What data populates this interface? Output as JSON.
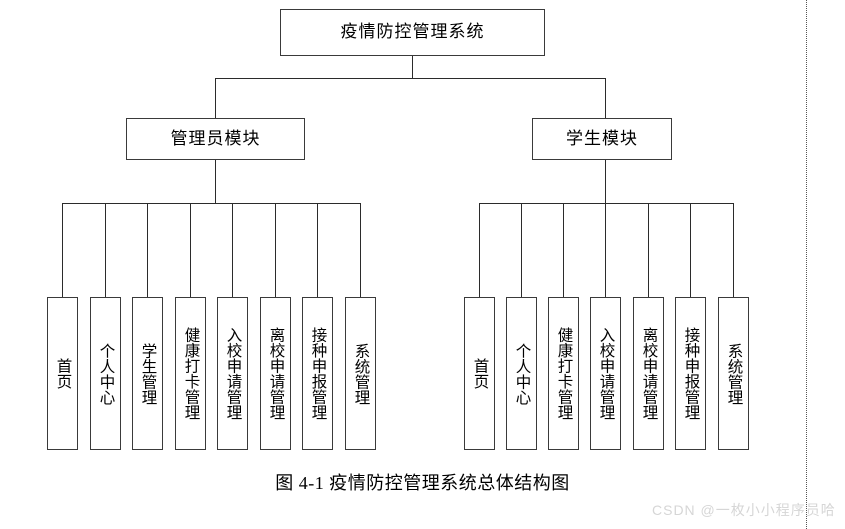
{
  "figure": {
    "caption": "图 4-1  疫情防控管理系统总体结构图",
    "watermark": "CSDN @一枚小小程序员哈"
  },
  "diagram": {
    "type": "tree",
    "root": {
      "label": "疫情防控管理系统"
    },
    "modules": [
      {
        "label": "管理员模块"
      },
      {
        "label": "学生模块"
      }
    ],
    "admin_leaves": [
      {
        "label": "首页"
      },
      {
        "label": "个人中心"
      },
      {
        "label": "学生管理"
      },
      {
        "label": "健康打卡管理"
      },
      {
        "label": "入校申请管理"
      },
      {
        "label": "离校申请管理"
      },
      {
        "label": "接种申报管理"
      },
      {
        "label": "系统管理"
      }
    ],
    "student_leaves": [
      {
        "label": "首页"
      },
      {
        "label": "个人中心"
      },
      {
        "label": "健康打卡管理"
      },
      {
        "label": "入校申请管理"
      },
      {
        "label": "离校申请管理"
      },
      {
        "label": "接种申报管理"
      },
      {
        "label": "系统管理"
      }
    ],
    "colors": {
      "box_border": "#3a3a3a",
      "line": "#2b2b2b",
      "background": "#ffffff",
      "watermark": "#d6d6d6"
    }
  }
}
